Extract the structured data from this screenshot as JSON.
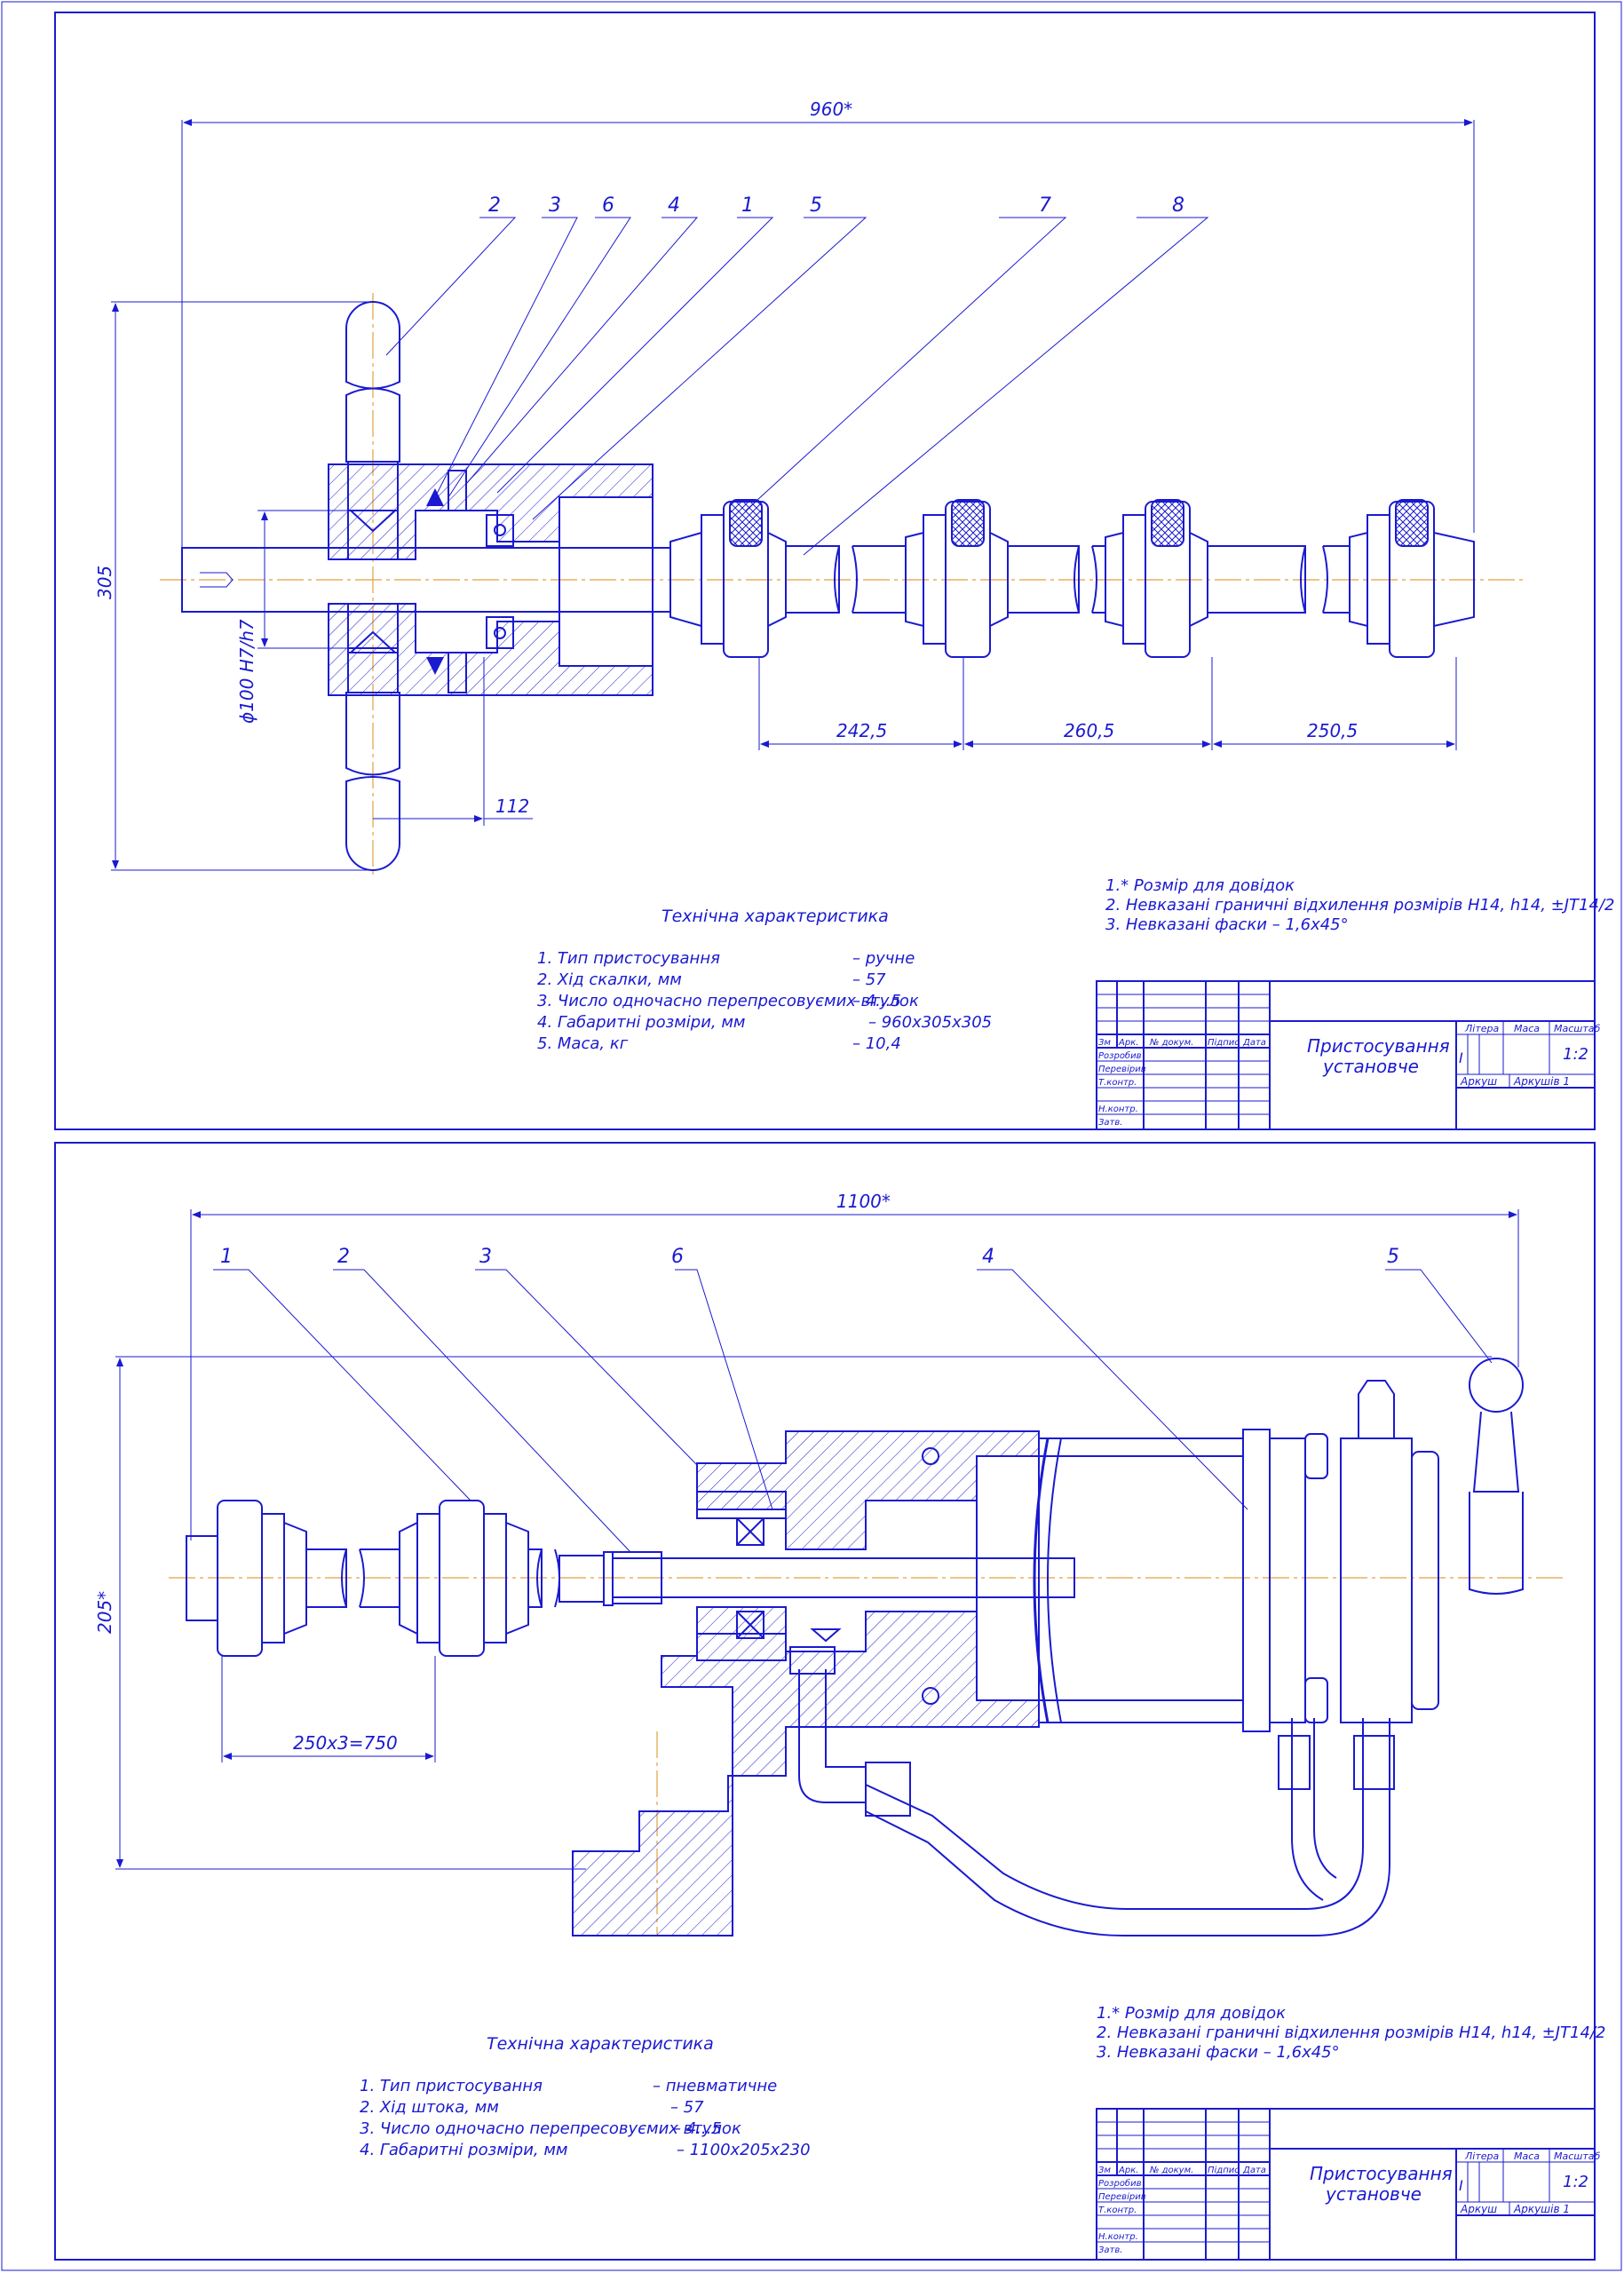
{
  "sheets": [
    {
      "id": "sheet1",
      "dimensions": {
        "overall_length": "960*",
        "overall_height": "305",
        "bore_fit": "ϕ100 H7/h7",
        "pitch_1": "242,5",
        "pitch_2": "260,5",
        "pitch_3": "250,5",
        "offset": "112"
      },
      "callouts": [
        "2",
        "3",
        "6",
        "4",
        "1",
        "5",
        "7",
        "8"
      ],
      "tech_title": "Технічна характеристика",
      "tech_specs": [
        {
          "label": "1. Тип пристосування",
          "value": "– ручне"
        },
        {
          "label": "2. Хід скалки, мм",
          "value": "– 57"
        },
        {
          "label": "3. Число одночасно перепресовуємих втулок",
          "value": "– 4...5"
        },
        {
          "label": "4. Габаритні розміри, мм",
          "value": "– 960х305х305"
        },
        {
          "label": "5. Маса, кг",
          "value": "– 10,4"
        }
      ],
      "notes": [
        "1.* Розмір для довідок",
        "2. Невказані граничні відхилення розмірів H14, h14, ±JT14/2",
        "3. Невказані фаски – 1,6х45°"
      ],
      "title_block": {
        "name_line1": "Пристосування",
        "name_line2": "установче",
        "col_headers": [
          "Зм",
          "Арк.",
          "№ докум.",
          "Підпис",
          "Дата"
        ],
        "row_labels": [
          "Розробив",
          "Перевірив",
          "Т.контр.",
          "Н.контр.",
          "Затв."
        ],
        "litera_header": "Літера",
        "mass_header": "Маса",
        "scale_header": "Масштаб",
        "litera": "І",
        "scale": "1:2",
        "sheet_label": "Аркуш",
        "sheets_label": "Аркушів 1"
      }
    },
    {
      "id": "sheet2",
      "dimensions": {
        "overall_length": "1100*",
        "overall_height": "205*",
        "pitch": "250х3=750"
      },
      "callouts": [
        "1",
        "2",
        "3",
        "6",
        "4",
        "5"
      ],
      "tech_title": "Технічна характеристика",
      "tech_specs": [
        {
          "label": "1. Тип пристосування",
          "value": "– пневматичне"
        },
        {
          "label": "2. Хід штока, мм",
          "value": "– 57"
        },
        {
          "label": "3. Число одночасно перепресовуємих втулок",
          "value": "– 4...5"
        },
        {
          "label": "4. Габаритні розміри, мм",
          "value": "– 1100х205х230"
        }
      ],
      "notes": [
        "1.* Розмір для довідок",
        "2. Невказані граничні відхилення розмірів H14, h14, ±JT14/2",
        "3. Невказані фаски – 1,6х45°"
      ],
      "title_block": {
        "name_line1": "Пристосування",
        "name_line2": "установче",
        "col_headers": [
          "Зм",
          "Арк.",
          "№ докум.",
          "Підпис",
          "Дата"
        ],
        "row_labels": [
          "Розробив",
          "Перевірив",
          "Т.контр.",
          "Н.контр.",
          "Затв."
        ],
        "litera_header": "Літера",
        "mass_header": "Маса",
        "scale_header": "Масштаб",
        "litera": "І",
        "scale": "1:2",
        "sheet_label": "Аркуш",
        "sheets_label": "Аркушів 1"
      }
    }
  ]
}
